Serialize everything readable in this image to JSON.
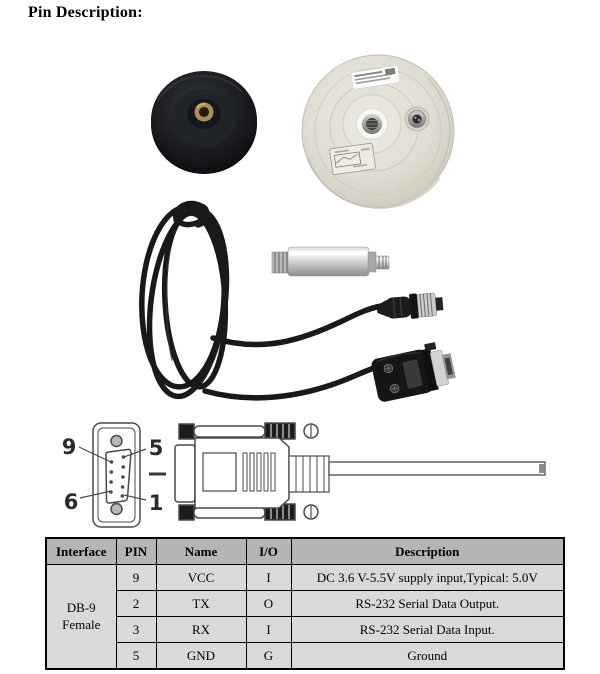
{
  "page": {
    "title": "Pin Description:"
  },
  "photos": {
    "items": [
      {
        "label": "magnetic-mount-base"
      },
      {
        "label": "gnss-antenna-bottom-view"
      },
      {
        "label": "coiled-interface-cable"
      },
      {
        "label": "pole-extension-cylinder"
      },
      {
        "label": "circular-aviation-connector"
      },
      {
        "label": "db9-serial-connector"
      }
    ]
  },
  "diagram": {
    "labels": {
      "nine": "9",
      "five": "5",
      "six": "6",
      "one": "1"
    }
  },
  "table": {
    "headers": [
      "Interface",
      "PIN",
      "Name",
      "I/O",
      "Description"
    ],
    "interface": {
      "line1": "DB-9",
      "line2": "Female"
    },
    "rows": [
      {
        "pin": "9",
        "name": "VCC",
        "io": "I",
        "description": "DC 3.6 V-5.5V supply input,Typical: 5.0V"
      },
      {
        "pin": "2",
        "name": "TX",
        "io": "O",
        "description": "RS-232 Serial Data Output."
      },
      {
        "pin": "3",
        "name": "RX",
        "io": "I",
        "description": "RS-232 Serial Data Input."
      },
      {
        "pin": "5",
        "name": "GND",
        "io": "G",
        "description": "Ground"
      }
    ]
  },
  "colors": {
    "page_bg": "#ffffff",
    "table_header_bg": "#b5b5b5",
    "table_body_bg": "#d9d9d9",
    "table_border": "#000000",
    "antenna_body": "#dfdcd1",
    "base_black": "#1b1d21",
    "diagram_stroke": "#4a4a4a"
  }
}
